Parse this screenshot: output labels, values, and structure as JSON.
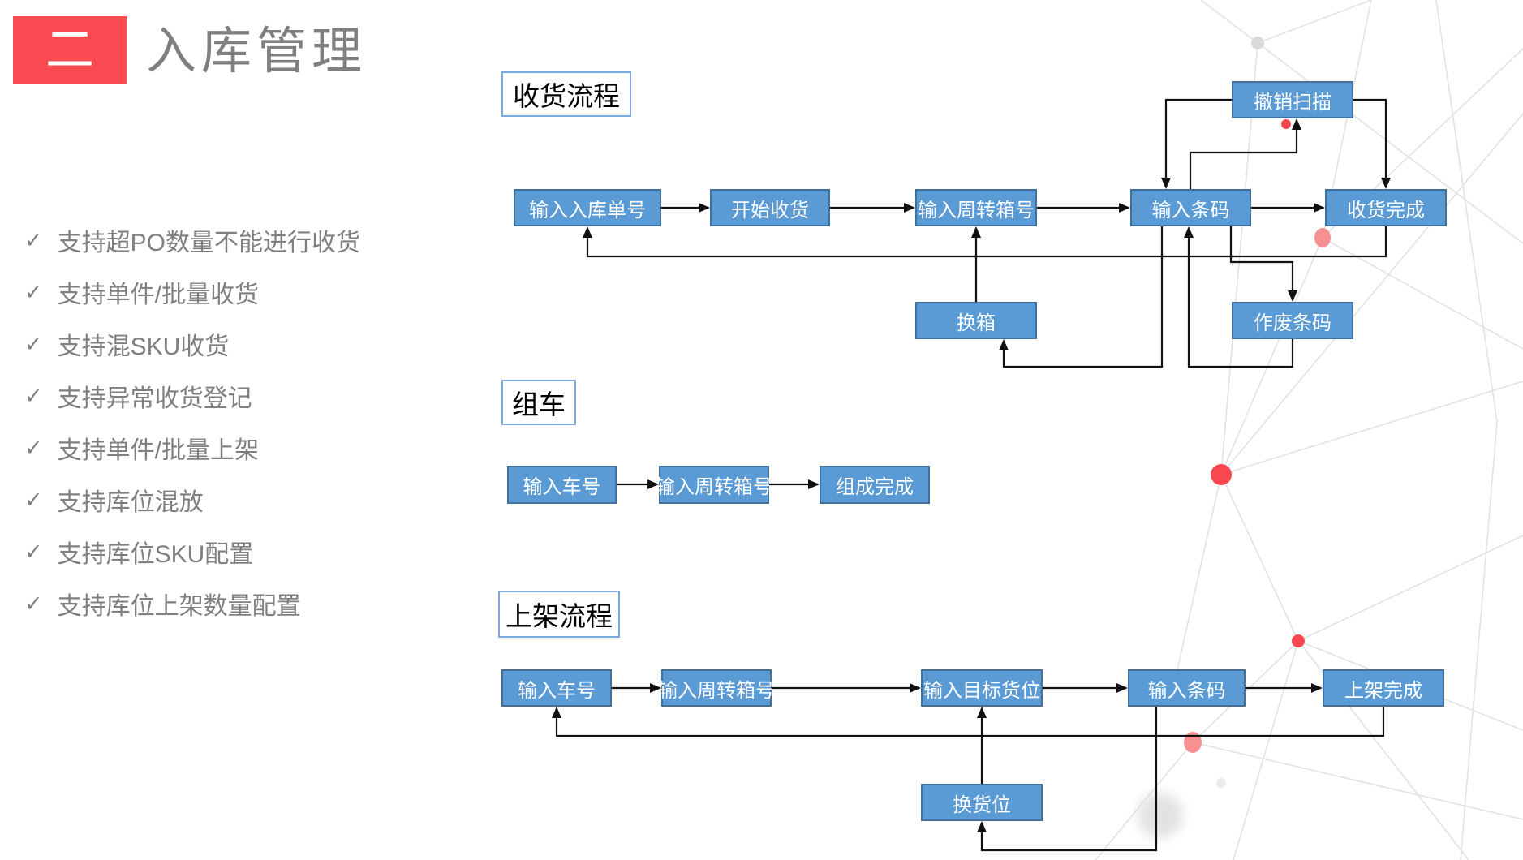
{
  "header": {
    "badge": "二",
    "title": "入库管理"
  },
  "check_glyph": "✓",
  "features": [
    "支持超PO数量不能进行收货",
    "支持单件/批量收货",
    "支持混SKU收货",
    "支持异常收货登记",
    "支持单件/批量上架",
    "支持库位混放",
    "支持库位SKU配置",
    "支持库位上架数量配置"
  ],
  "flows": {
    "receiving": {
      "label": "收货流程",
      "nodes": {
        "enter_order": "输入入库单号",
        "start_receiving": "开始收货",
        "enter_tote": "输入周转箱号",
        "enter_barcode": "输入条码",
        "complete": "收货完成",
        "undo_scan": "撤销扫描",
        "change_tote": "换箱",
        "void_barcode": "作废条码"
      }
    },
    "cart": {
      "label": "组车",
      "nodes": {
        "enter_cart": "输入车号",
        "enter_tote": "输入周转箱号",
        "complete": "组成完成"
      }
    },
    "shelving": {
      "label": "上架流程",
      "nodes": {
        "enter_cart": "输入车号",
        "enter_tote": "输入周转箱号",
        "enter_location": "输入目标货位",
        "enter_barcode": "输入条码",
        "complete": "上架完成",
        "change_location": "换货位"
      }
    }
  },
  "colors": {
    "box_fill": "#5B9BD5",
    "box_border": "#41719C",
    "label_border": "#7CA9DD",
    "badge_red": "#FB4A51",
    "text_gray": "#7F7F7F",
    "dot_red": "#F8474F",
    "dot_pink": "#F69092",
    "mesh": "#E2E2E2"
  }
}
